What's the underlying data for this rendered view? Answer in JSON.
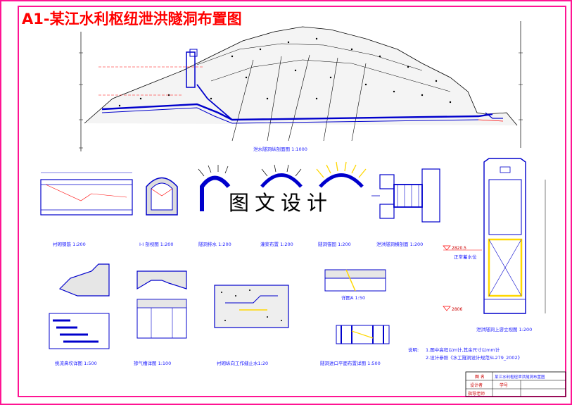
{
  "title": "A1-某江水利枢纽泄洪隧洞布置图",
  "watermark": "图文设计",
  "colors": {
    "frame": "#ff1493",
    "line": "#0000cc",
    "accent": "#ff0000",
    "highlight": "#ffd700"
  },
  "views": {
    "profile": "泄水隧洞纵剖面图 1:1000",
    "v1": "衬砌钢筋 1:200",
    "v2": "I-I 剖视图 1:200",
    "v3": "隧洞排水 1:200",
    "v4": "灌浆布置 1:200",
    "v5": "隧洞锚固 1:200",
    "v6": "泄洪隧洞横剖面 1:200",
    "v7": "挑流鼻坎详图 1:500",
    "v8": "掺气槽详图 1:100",
    "v9": "衬砌纵向工作缝止水1:20",
    "v10": "详图A 1:50",
    "v11": "隧洞进口平面布置详图 1:500",
    "v12": "泄洪隧洞上游立视图 1:200"
  },
  "elevations": {
    "upper": "2820.5",
    "upper_note": "正常蓄水位",
    "lower": "2806"
  },
  "notes": {
    "label": "说明:",
    "line1": "1.图中高程以m计,其余尺寸以mm计",
    "line2": "2.设计参照《水工隧洞设计规范SL279_2002》"
  },
  "title_block": {
    "name_label": "图 名",
    "name": "某江水利枢纽泄洪隧洞布置图",
    "row2_label": "设计者",
    "row2_mid": "学号",
    "row3_label": "指导老师"
  }
}
